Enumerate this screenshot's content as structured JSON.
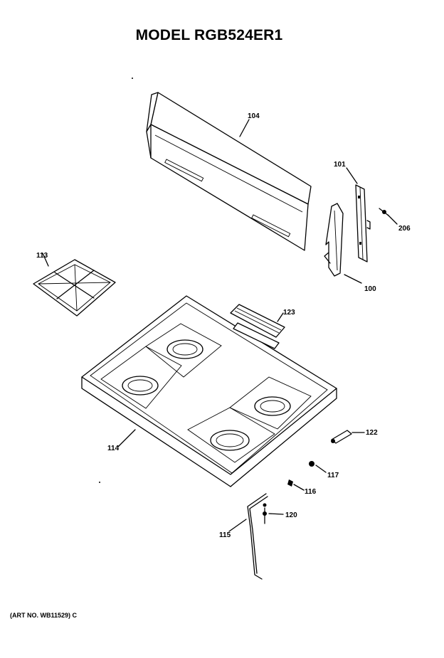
{
  "title": "MODEL RGB524ER1",
  "art_number": "(ART NO. WB11529) C",
  "parts": {
    "p104": "104",
    "p101": "101",
    "p206": "206",
    "p100": "100",
    "p113": "113",
    "p123": "123",
    "p122": "122",
    "p114": "114",
    "p117": "117",
    "p116": "116",
    "p120": "120",
    "p115": "115"
  }
}
